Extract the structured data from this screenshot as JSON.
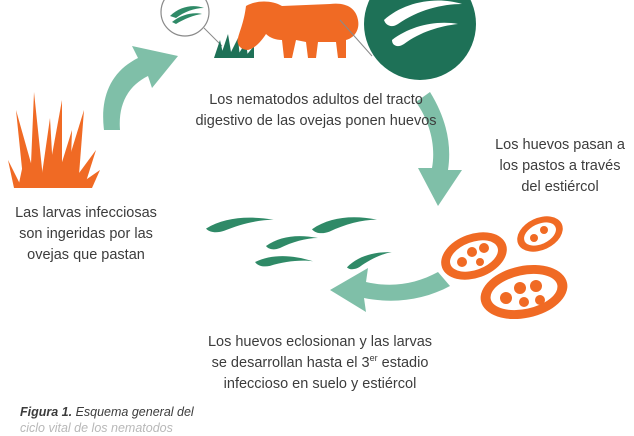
{
  "diagram": {
    "step_adults": [
      "Los nematodos adultos del tracto",
      "digestivo de las ovejas ponen huevos"
    ],
    "step_eggs": [
      "Los huevos pasan a",
      "los pastos a través",
      "del estiércol"
    ],
    "step_hatch": {
      "line1": "Los huevos eclosionan y las larvas",
      "line2_before": "se desarrollan hasta el 3",
      "line2_sup": "er",
      "line2_after": " estadio",
      "line3": "infeccioso en suelo y estiércol"
    },
    "step_ingest": [
      "Las larvas infecciosas",
      "son ingeridas por las",
      "ovejas que pastan"
    ]
  },
  "caption": {
    "label": "Figura 1.",
    "text": " Esquema general del",
    "continuation": "ciclo vital de los nematodos"
  },
  "colors": {
    "orange": "#f06a24",
    "arrow_teal": "#7fbfa8",
    "dark_green": "#1e7157",
    "worm_green": "#2f8a67"
  }
}
